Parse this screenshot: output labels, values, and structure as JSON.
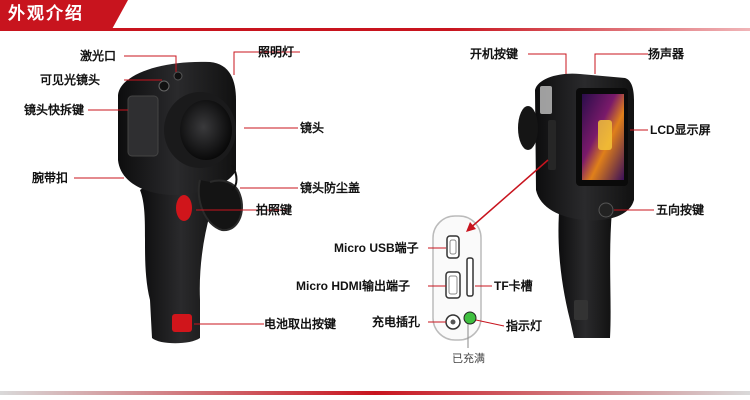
{
  "header": {
    "title": "外观介绍"
  },
  "labels": {
    "laser_port": "激光口",
    "visible_lens": "可见光镜头",
    "lens_release": "镜头快拆键",
    "wrist_strap": "腕带扣",
    "illumination_light": "照明灯",
    "lens": "镜头",
    "lens_cover": "镜头防尘盖",
    "shutter_button": "拍照键",
    "battery_release": "电池取出按键",
    "power_button": "开机按键",
    "speaker": "扬声器",
    "lcd_screen": "LCD显示屏",
    "five_way_button": "五向按键",
    "micro_usb": "Micro USB端子",
    "micro_hdmi": "Micro HDMI输出端子",
    "charge_port": "充电插孔",
    "tf_slot": "TF卡槽",
    "indicator_light": "指示灯",
    "charged": "已充满"
  },
  "colors": {
    "accent": "#c8141e",
    "device_body": "#1c1c1e",
    "device_red": "#d0151b",
    "led_green": "#3fbf3f"
  }
}
